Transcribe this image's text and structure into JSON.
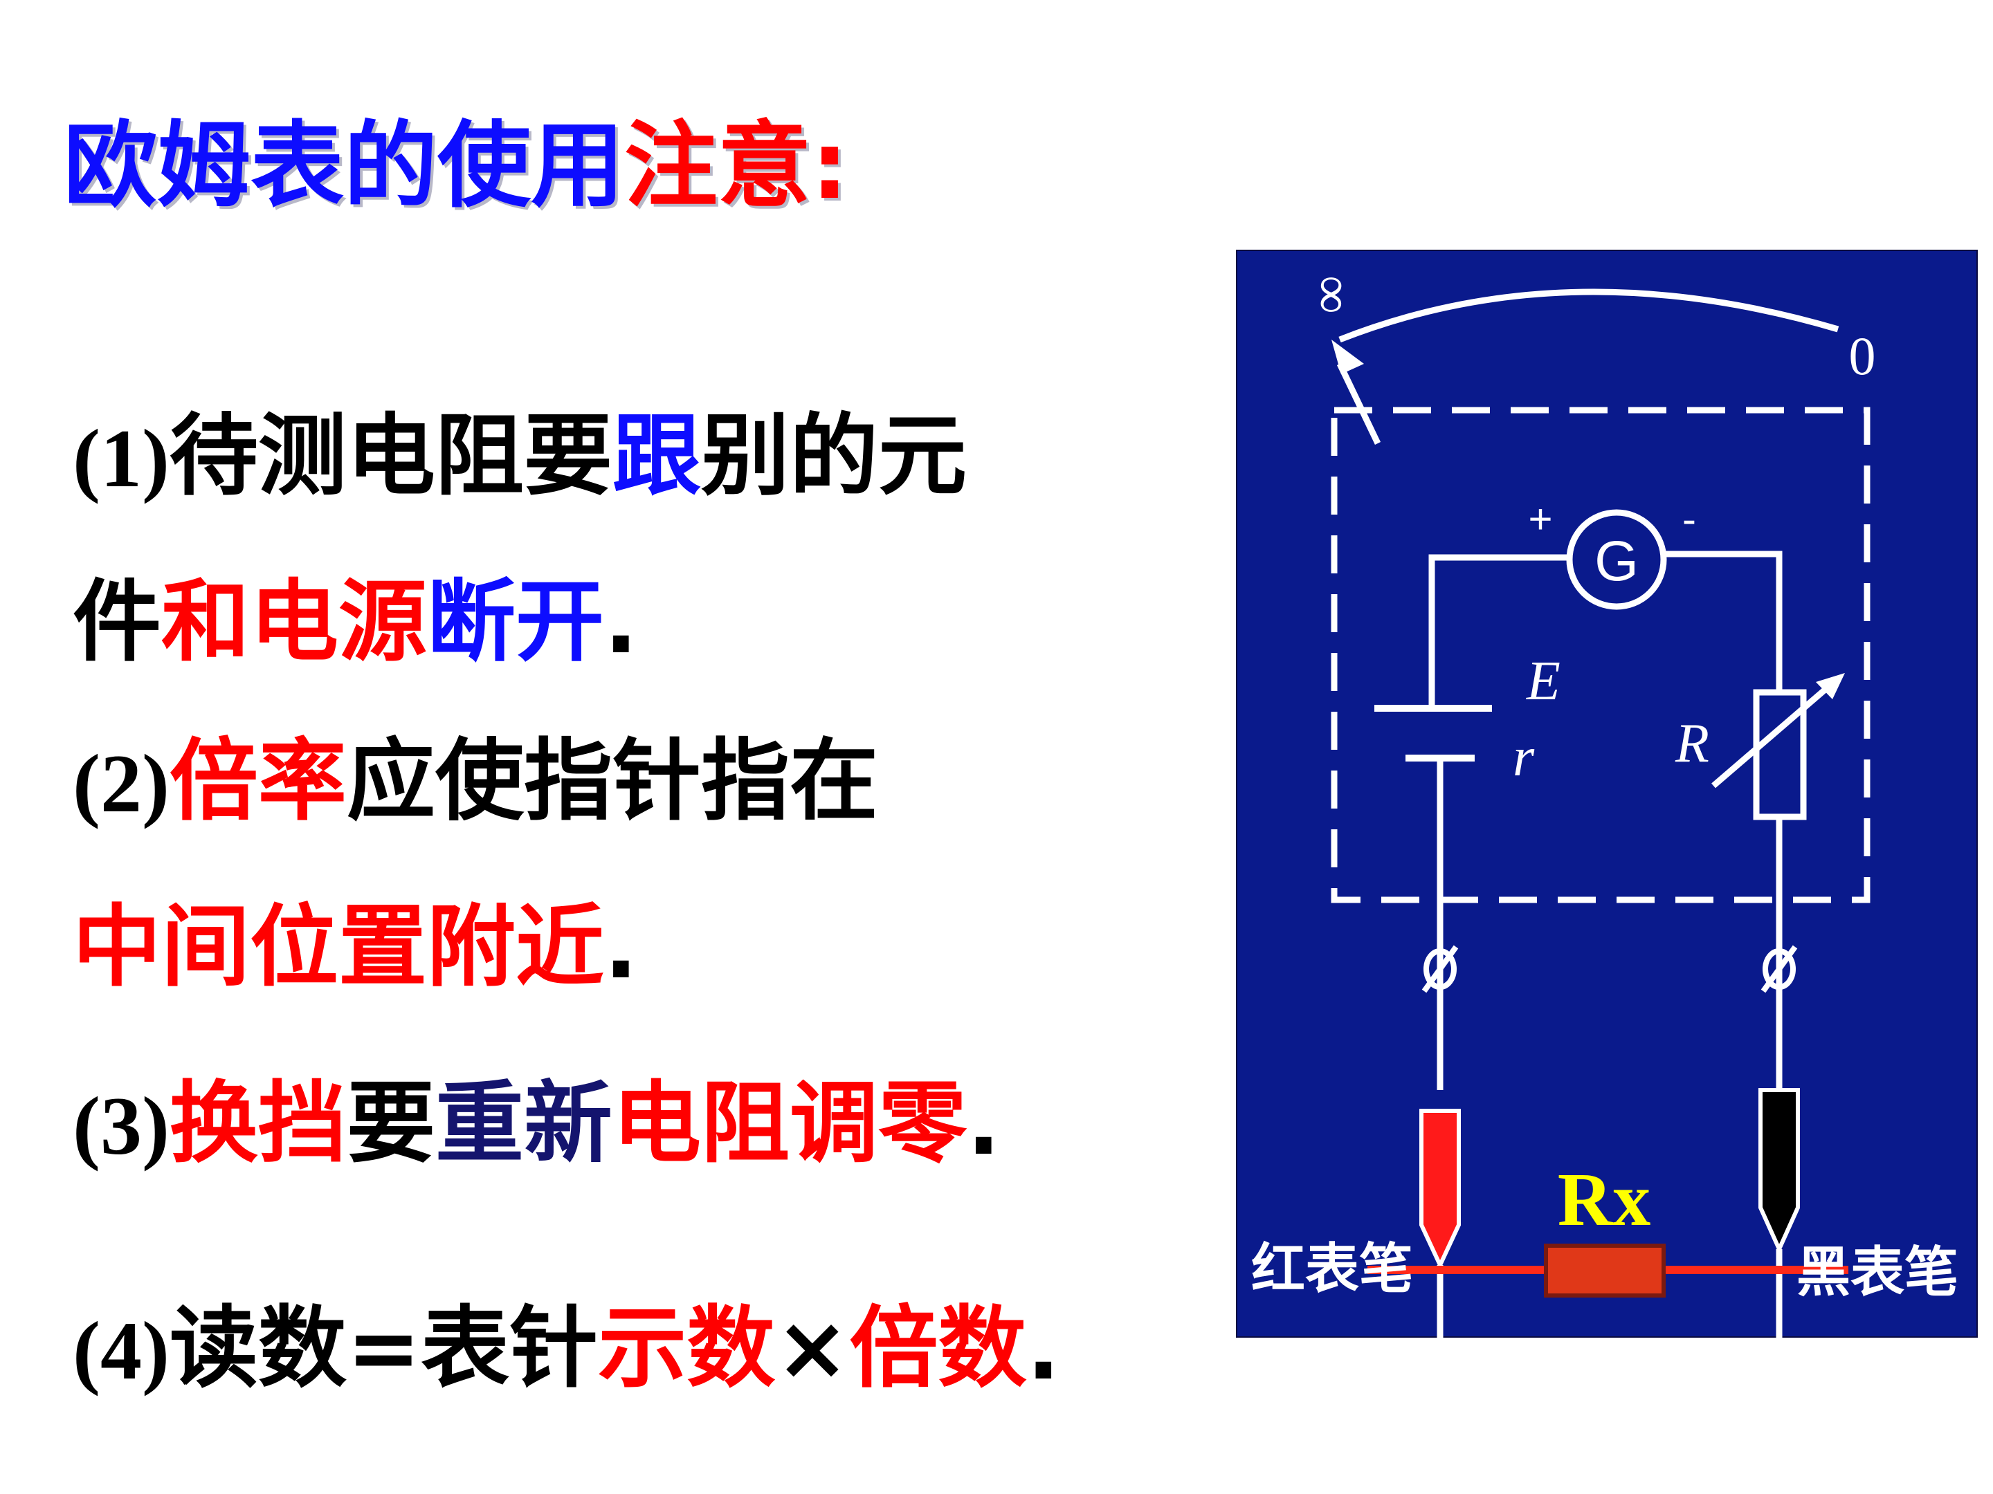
{
  "title": {
    "part1": "欧姆表的使用",
    "part2": "注意:"
  },
  "items": [
    {
      "num": "(1)",
      "t1": "待测电阻要",
      "t2": "跟",
      "t3": "别的元",
      "t4": "件",
      "t5": "和电源",
      "t6": "断开",
      "t7": "."
    },
    {
      "num": "(2)",
      "t1": "倍率",
      "t2": "应使指针指在",
      "t3": "中间位置附近",
      "t4": "."
    },
    {
      "num": "(3)",
      "t1": "换挡",
      "t2": "要",
      "t3": "重新",
      "t4": "电阻调零",
      "t5": "."
    },
    {
      "num": "(4)",
      "t1": "读数=表针",
      "t2": "示数",
      "t3": "×",
      "t4": "倍数",
      "t5": "."
    }
  ],
  "figure": {
    "scale_left": "∞",
    "scale_right": "0",
    "galvanometer": "G",
    "plus": "+",
    "minus": "-",
    "emf": "E",
    "internal_r": "r",
    "rheostat": "R",
    "rx": "Rx",
    "red_probe": "红表笔",
    "black_probe": "黑表笔",
    "colors": {
      "background": "#0a1a8c",
      "line": "#ffffff",
      "probe_red": "#ff1a1a",
      "probe_black": "#000000",
      "resistor": "#e03818",
      "rx_label": "#ffff00"
    }
  }
}
